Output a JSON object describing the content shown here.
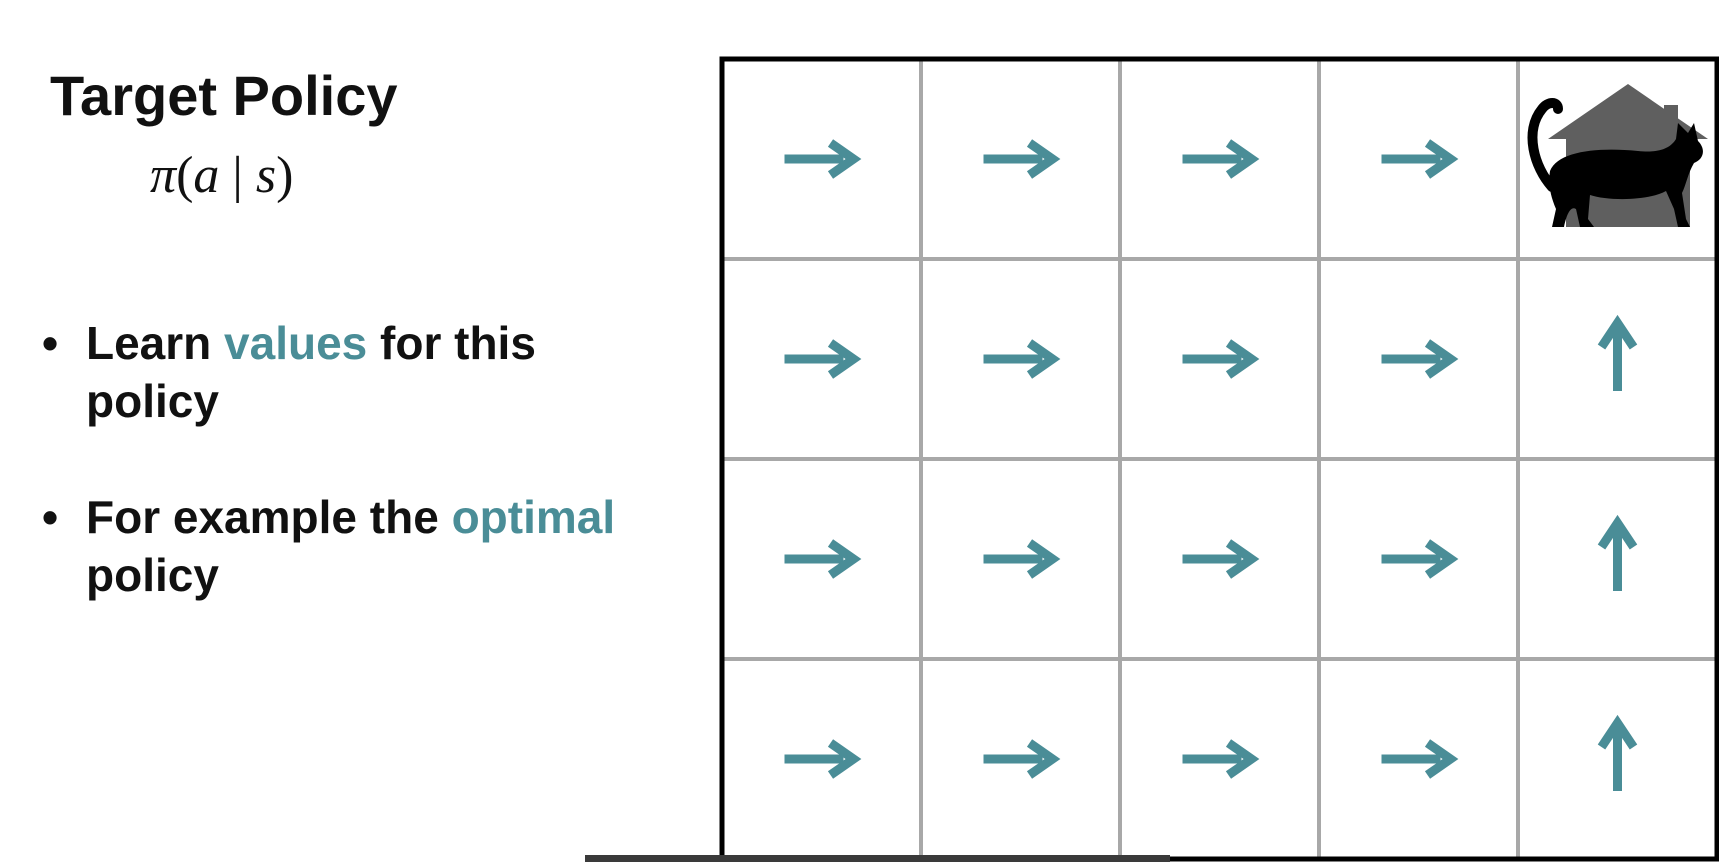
{
  "slide": {
    "title": "Target Policy",
    "formula": {
      "symbol": "π",
      "open": "(",
      "action": "a",
      "bar": " | ",
      "state": "s",
      "close": ")"
    },
    "bullets": [
      {
        "before": "Learn ",
        "highlight": "values",
        "after": " for this policy"
      },
      {
        "before": "For example the ",
        "highlight": "optimal",
        "after": " policy"
      }
    ]
  },
  "gridworld": {
    "rows": 4,
    "cols": 5,
    "goal": {
      "row": 0,
      "col": 4,
      "icons": [
        "house-icon",
        "cat-icon"
      ]
    },
    "actions": [
      [
        "right",
        "right",
        "right",
        "right",
        "goal"
      ],
      [
        "right",
        "right",
        "right",
        "right",
        "up"
      ],
      [
        "right",
        "right",
        "right",
        "right",
        "up"
      ],
      [
        "right",
        "right",
        "right",
        "right",
        "up"
      ]
    ],
    "colors": {
      "arrow": "#4a8d97",
      "highlight": "#4a8d97",
      "grid_line": "#a8a8a8",
      "border": "#000000",
      "house": "#5f5f5f",
      "cat": "#000000"
    }
  }
}
